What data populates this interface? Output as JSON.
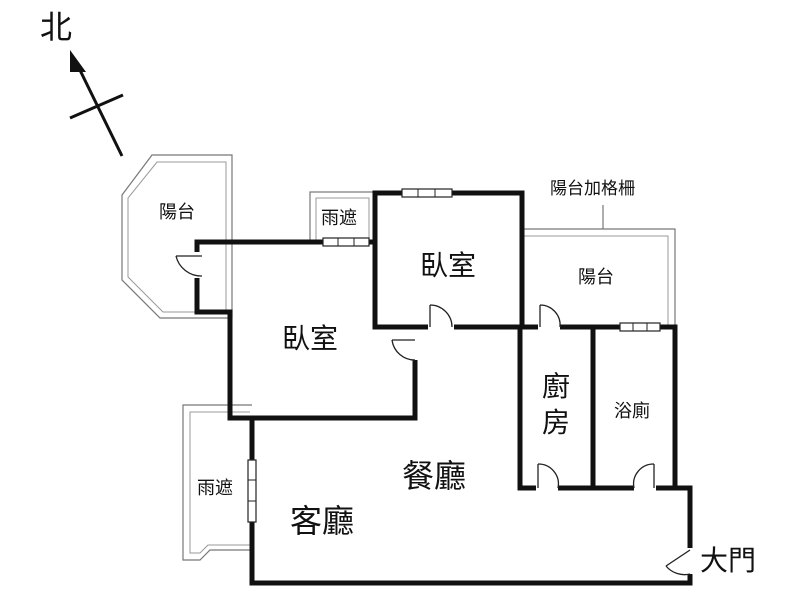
{
  "compass": {
    "north": "北"
  },
  "rooms": {
    "bedroom_main": "臥室",
    "bedroom_north": "臥室",
    "balcony_west": "陽台",
    "balcony_east": "陽台",
    "balcony_east_note": "陽台加格柵",
    "canopy_top": "雨遮",
    "canopy_left": "雨遮",
    "kitchen_line1": "廚",
    "kitchen_line2": "房",
    "bathroom": "浴廁",
    "dining": "餐廳",
    "living": "客廳",
    "entrance": "大門"
  }
}
